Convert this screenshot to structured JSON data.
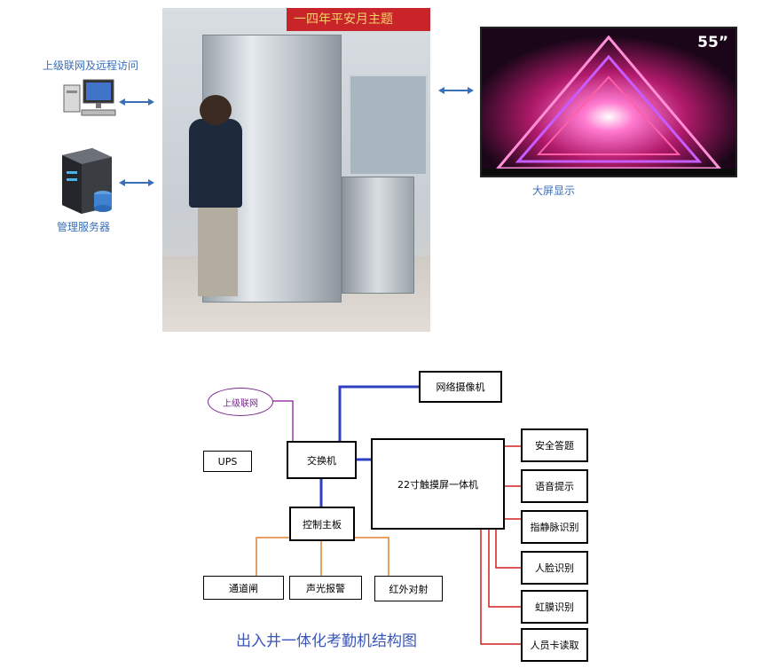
{
  "top_left": {
    "remote_access_label": "上级联网及远程访问",
    "server_label": "管理服务器"
  },
  "photo": {
    "banner_text": "一四年平安月主题"
  },
  "display": {
    "size_label": "55”",
    "caption": "大屏显示"
  },
  "diagram": {
    "uplink": "上级联网",
    "ups": "UPS",
    "switch": "交换机",
    "camera": "网络摄像机",
    "terminal": "22寸触摸屏一体机",
    "controller": "控制主板",
    "gate": "通道闸",
    "alarm": "声光报警",
    "infrared": "红外对射",
    "modules": [
      "安全答题",
      "语音提示",
      "指静脉识别",
      "人脸识别",
      "虹膜识别",
      "人员卡读取"
    ],
    "caption": "出入井一体化考勤机结构图",
    "colors": {
      "uplink_line": "#9b3fa7",
      "network_line": "#2e3fbf",
      "io_line": "#e08030",
      "module_line": "#d02020"
    }
  }
}
